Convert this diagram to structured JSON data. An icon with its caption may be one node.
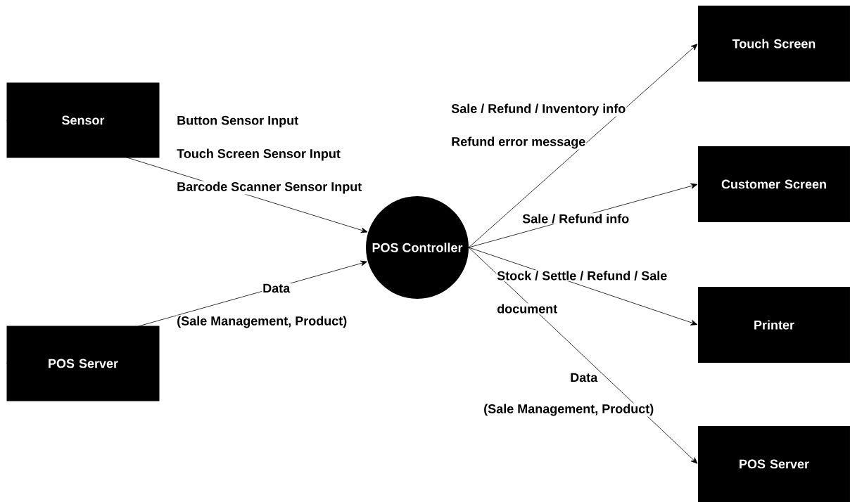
{
  "diagram": {
    "nodes": [
      {
        "text": [
          "Sensor"
        ]
      },
      {
        "text": [
          "POS Server"
        ]
      },
      {
        "text": [
          "POS Controller"
        ]
      },
      {
        "text": [
          "Touch Screen"
        ]
      },
      {
        "text": [
          "Customer Screen"
        ]
      },
      {
        "text": [
          "Printer"
        ]
      },
      {
        "text": [
          "POS Server"
        ]
      }
    ],
    "edges": [
      {
        "from": 0,
        "to": 2,
        "arrow": "to"
      },
      {
        "from": 1,
        "to": 2,
        "arrow": "to"
      },
      {
        "from": 2,
        "to": 3,
        "arrow": "to"
      },
      {
        "from": 2,
        "to": 4,
        "arrow": "to"
      },
      {
        "from": 2,
        "to": 5,
        "arrow": "to"
      },
      {
        "from": 2,
        "to": 6,
        "arrow": "to"
      }
    ],
    "labels": [
      "Button Sensor Input",
      "Touch Screen Sensor Input",
      "Barcode Scanner Sensor Input",
      "Data",
      "(Sale Management, Product)",
      "Sale / Refund / Inventory info",
      "Refund error message",
      "Sale / Refund info",
      "Stock / Settle / Refund / Sale",
      "document",
      "Data",
      "(Sale Management, Product)"
    ]
  }
}
